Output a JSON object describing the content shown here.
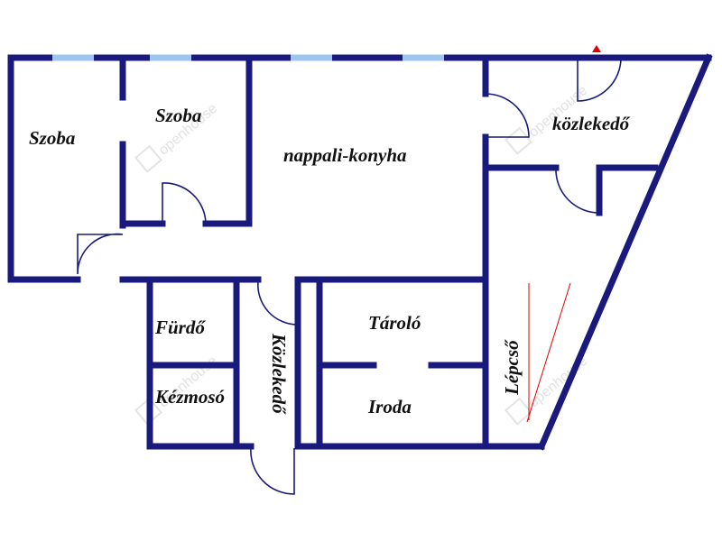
{
  "rooms": {
    "szoba_left": "Szoba",
    "szoba_middle": "Szoba",
    "nappali": "nappali-konyha",
    "kozlekedo_top": "közlekedő",
    "furdo": "Fürdő",
    "kezmoso": "Kézmosó",
    "kozlekedo_vertical": "Közlekedő",
    "tarolo": "Tároló",
    "iroda": "Iroda",
    "lepcso": "Lépcső"
  },
  "colors": {
    "wall": "#1a1a7e",
    "window": "#9ec5f0",
    "stairs": "#e00000",
    "entrance_marker": "#e00000"
  }
}
